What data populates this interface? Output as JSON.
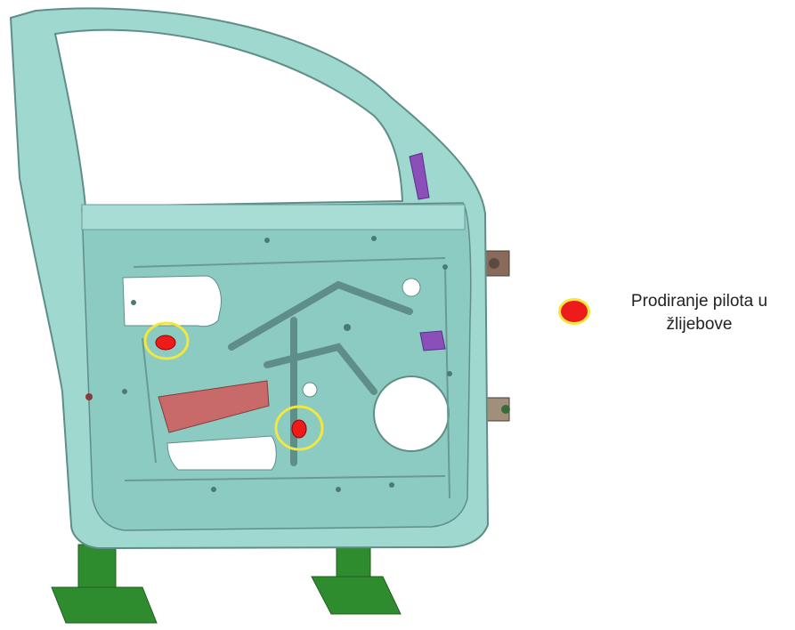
{
  "legend": {
    "marker": "red-dot-yellow-ring",
    "label_line1": "Prodiranje pilota u",
    "label_line2": "žlijebove"
  },
  "colors": {
    "panel": "#9fd8cf",
    "panel_edge": "#5f8e88",
    "panel_dark": "#7fbcb3",
    "stand": "#2e8b2e",
    "stand_dark": "#1f5f1f",
    "pilot": "#ee1b1b",
    "highlight_ring": "#f2e640",
    "rail": "#c96a6a",
    "hinge": "#8a6a5a",
    "clip": "#8a4fb8"
  }
}
